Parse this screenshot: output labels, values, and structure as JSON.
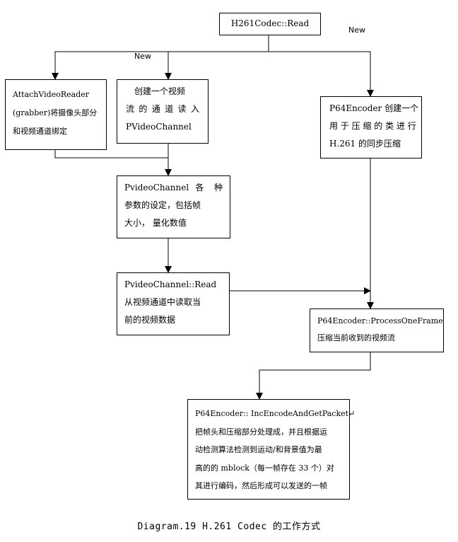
{
  "boxes": {
    "read": {
      "lines": [
        "H261Codec::Read"
      ]
    },
    "attach": {
      "lines": [
        "AttachVideoReader",
        "(grabber)将摄像头部分",
        "和视频通道绑定"
      ]
    },
    "create_channel": {
      "lines": [
        "创建一个视频",
        "流 的 通 道 读 入",
        "PVideoChannel"
      ]
    },
    "params": {
      "lines": [
        "PvideoChannel 各 种",
        "参数的设定，包括帧",
        "大小， 量化数值"
      ]
    },
    "channel_read": {
      "lines": [
        "PvideoChannel::Read",
        "从视频通道中读取当",
        "前的视频数据"
      ]
    },
    "p64_create": {
      "lines": [
        "P64Encoder 创建一个",
        "用 于 压 缩 的 类 进 行",
        "H.261 的同步压缩"
      ]
    },
    "process_frame": {
      "lines": [
        "P64Encoder::ProcessOneFrame",
        "压缩当前收到的视频流"
      ]
    },
    "encode_packet": {
      "lines": [
        "P64Encoder:: IncEncodeAndGetPacket↵",
        "把帧头和压缩部分处理成，并且根据运",
        "动检测算法检测到运动/和背景值为最",
        "高的的 mblock（每一帧存在 33 个）对",
        "其进行编码，然后形成可以发送的一帧"
      ]
    }
  },
  "edge_labels": {
    "new_left": "New",
    "new_right": "New"
  },
  "caption": "Diagram.19 H.261 Codec 的工作方式"
}
